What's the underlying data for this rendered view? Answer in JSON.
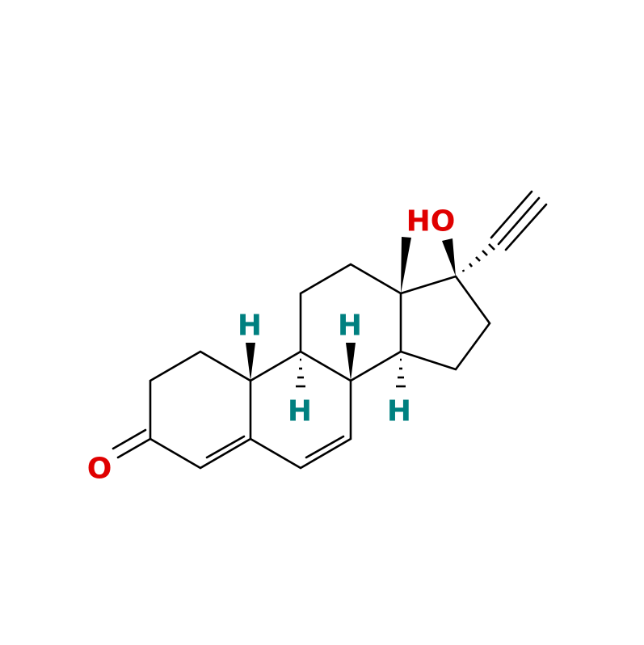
{
  "molecule": {
    "labels": {
      "ketone_o": "O",
      "hydroxyl": "HO",
      "h10": "H",
      "h9": "H",
      "h8": "H",
      "h14": "H"
    },
    "colors": {
      "oxygen": "#E00000",
      "hydrogen": "#008080",
      "bond": "#000000"
    }
  }
}
